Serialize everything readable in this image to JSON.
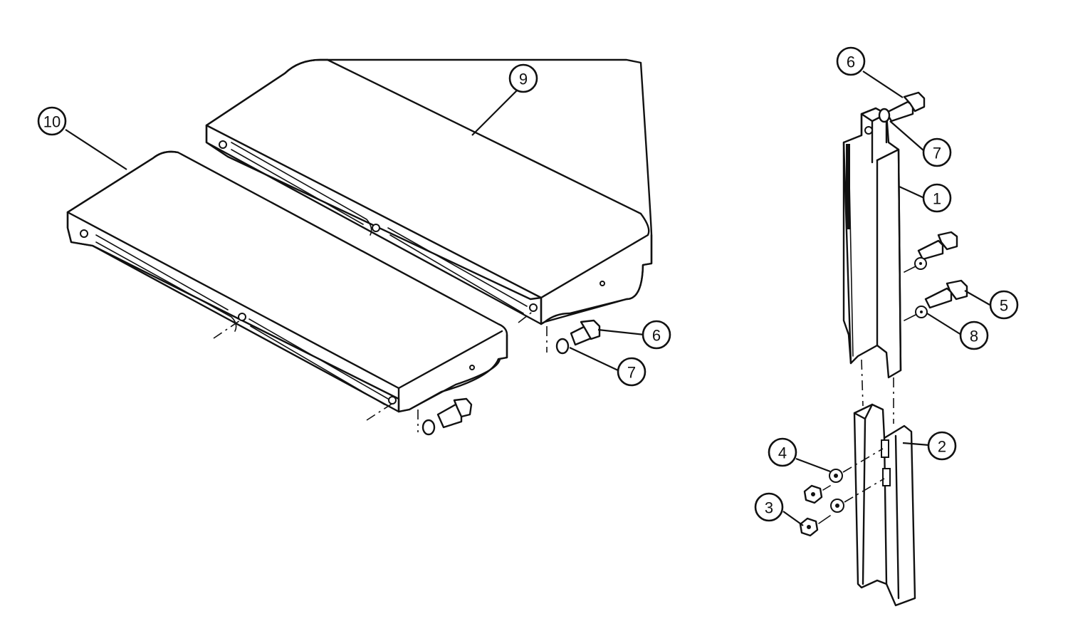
{
  "callouts": [
    {
      "id": "c10",
      "label": "10",
      "part": "extension-table-left"
    },
    {
      "id": "c9",
      "label": "9",
      "part": "extension-table-right"
    },
    {
      "id": "c6a",
      "label": "6",
      "part": "hex-bolt-table"
    },
    {
      "id": "c7a",
      "label": "7",
      "part": "lock-washer-table"
    },
    {
      "id": "c6b",
      "label": "6",
      "part": "hex-bolt-rail-top"
    },
    {
      "id": "c7b",
      "label": "7",
      "part": "lock-washer-rail-top"
    },
    {
      "id": "c1",
      "label": "1",
      "part": "upper-rail"
    },
    {
      "id": "c5",
      "label": "5",
      "part": "hex-bolt-rail"
    },
    {
      "id": "c8",
      "label": "8",
      "part": "flat-washer-rail"
    },
    {
      "id": "c2",
      "label": "2",
      "part": "lower-rail"
    },
    {
      "id": "c4",
      "label": "4",
      "part": "washer-lower-rail"
    },
    {
      "id": "c3",
      "label": "3",
      "part": "hex-nut-lower-rail"
    }
  ]
}
